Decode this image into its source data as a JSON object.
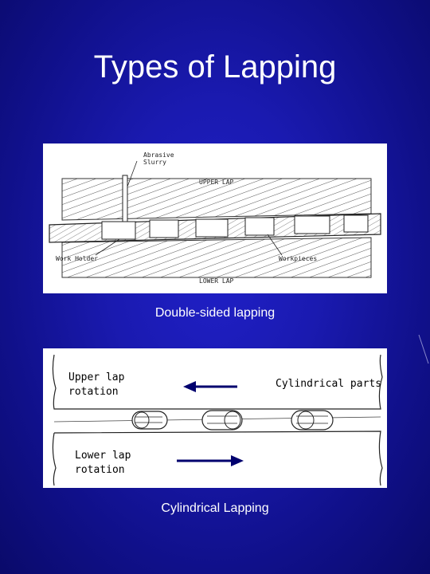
{
  "slide": {
    "title": "Types of Lapping"
  },
  "figure1": {
    "caption": "Double-sided lapping",
    "labels": {
      "abrasive_slurry": "Abrasive\nSlurry",
      "upper_lap": "UPPER LAP",
      "lower_lap": "LOWER LAP",
      "work_holder": "Work Holder",
      "workpieces": "Workpieces"
    }
  },
  "figure2": {
    "caption": "Cylindrical Lapping",
    "labels": {
      "upper_lap_rotation": "Upper lap\nrotation",
      "lower_lap_rotation": "Lower lap\nrotation",
      "cylindrical_parts": "Cylindrical parts"
    }
  },
  "colors": {
    "background": "#1a1ab0",
    "text": "#ffffff",
    "arrow": "#00006e"
  }
}
